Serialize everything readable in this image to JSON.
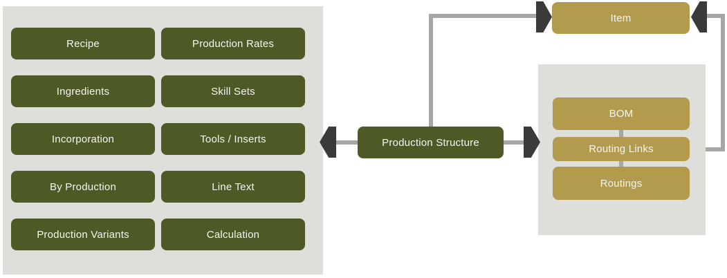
{
  "colors": {
    "green": "#4E5A25",
    "gold": "#B39B4D",
    "panel": "#DEDEDA",
    "line": "#A6A6A6",
    "arrow": "#3A3A3A",
    "boxtext": "#F5F5F2",
    "background": "#FFFFFF"
  },
  "left_panel": {
    "column1": [
      "Recipe",
      "Ingredients",
      "Incorporation",
      "By Production",
      "Production Variants"
    ],
    "column2": [
      "Production Rates",
      "Skill Sets",
      "Tools / Inserts",
      "Line Text",
      "Calculation"
    ]
  },
  "center": {
    "label": "Production Structure"
  },
  "item_box": {
    "label": "Item"
  },
  "right_panel": {
    "items": [
      "BOM",
      "Routing Links",
      "Routings"
    ]
  },
  "edges": [
    {
      "from": "production-structure",
      "to": "left-panel",
      "arrow": "into-left-panel"
    },
    {
      "from": "production-structure",
      "to": "item",
      "arrow": "into-item-left-side"
    },
    {
      "from": "production-structure",
      "to": "right-panel",
      "arrow": "into-right-panel"
    },
    {
      "from": "routing-links",
      "to": "item",
      "arrow": "into-item-right-side"
    },
    {
      "from": "bom",
      "to": "routing-links",
      "arrow": "none"
    },
    {
      "from": "routing-links",
      "to": "routings",
      "arrow": "none"
    }
  ]
}
